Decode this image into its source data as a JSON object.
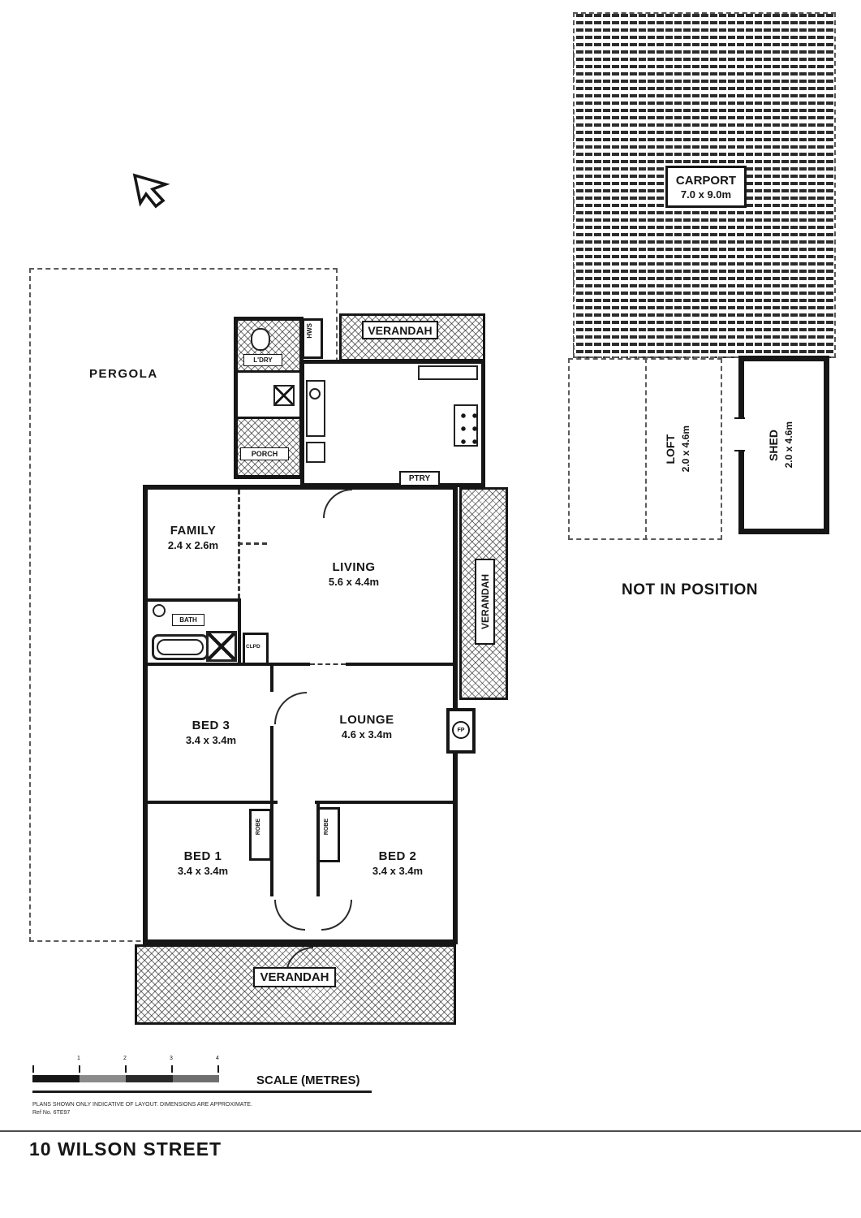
{
  "title": "10 WILSON STREET",
  "annotations": {
    "not_in_position": "NOT IN POSITION",
    "scale_label": "SCALE (METRES)",
    "disclaimer_line1": "PLANS SHOWN ONLY INDICATIVE OF LAYOUT.  DIMENSIONS ARE APPROXIMATE.",
    "disclaimer_line2": "Ref No. 6TE97"
  },
  "scale": {
    "ticks": [
      "1",
      "2",
      "3",
      "4"
    ]
  },
  "rooms": {
    "pergola": {
      "name": "PERGOLA"
    },
    "verandah_top": {
      "name": "VERANDAH"
    },
    "verandah_right": {
      "name": "VERANDAH"
    },
    "verandah_bottom": {
      "name": "VERANDAH"
    },
    "ldry": {
      "name": "L'DRY"
    },
    "hws": {
      "name": "HWS"
    },
    "porch": {
      "name": "PORCH"
    },
    "ptry": {
      "name": "PTRY"
    },
    "family": {
      "name": "FAMILY",
      "dims": "2.4 x 2.6m"
    },
    "living": {
      "name": "LIVING",
      "dims": "5.6 x 4.4m"
    },
    "bath": {
      "name": "BATH"
    },
    "clpd": {
      "name": "CLPD"
    },
    "fp": {
      "name": "FP"
    },
    "bed3": {
      "name": "BED 3",
      "dims": "3.4 x 3.4m"
    },
    "lounge": {
      "name": "LOUNGE",
      "dims": "4.6 x 3.4m"
    },
    "robe": {
      "name": "ROBE"
    },
    "bed1": {
      "name": "BED 1",
      "dims": "3.4 x 3.4m"
    },
    "bed2": {
      "name": "BED 2",
      "dims": "3.4 x 3.4m"
    },
    "carport": {
      "name": "CARPORT",
      "dims": "7.0 x 9.0m"
    },
    "loft": {
      "name": "LOFT",
      "dims": "2.0 x 4.6m"
    },
    "shed": {
      "name": "SHED",
      "dims": "2.0 x 4.6m"
    }
  }
}
